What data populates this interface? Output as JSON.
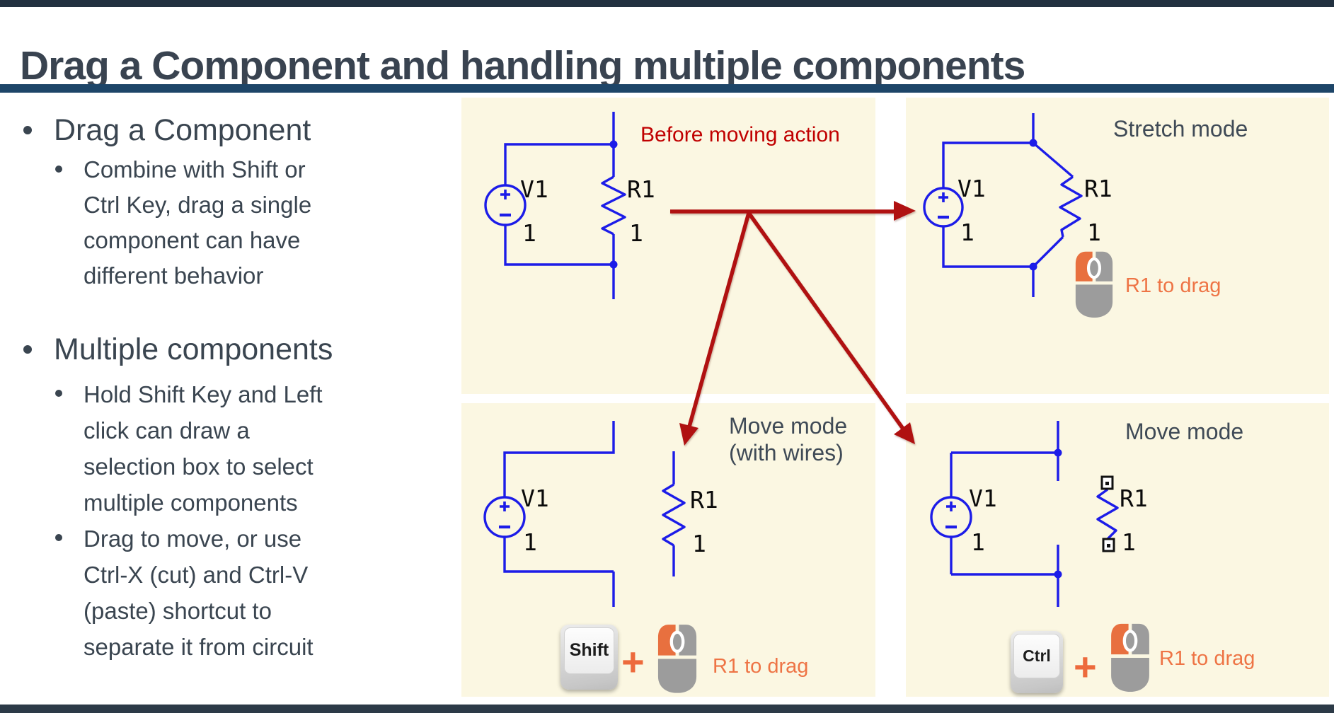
{
  "slide": {
    "title": "Drag a Component and handling multiple components"
  },
  "outline": {
    "item1": {
      "label": "Drag a Component",
      "sub1": {
        "line1": "Combine with Shift or",
        "line2": "Ctrl Key, drag a single",
        "line3": "component can have",
        "line4": "different behavior"
      }
    },
    "item2": {
      "label": "Multiple components",
      "sub1": {
        "line1": "Hold Shift Key and Left",
        "line2": "click can draw a",
        "line3": "selection box to select",
        "line4": "multiple components"
      },
      "sub2": {
        "line1": "Drag to move, or use",
        "line2": "Ctrl-X (cut) and Ctrl-V",
        "line3": "(paste) shortcut to",
        "line4": "separate it from circuit"
      }
    }
  },
  "panels": {
    "before": {
      "caption": "Before moving action",
      "source_ref": "V1",
      "source_value": "1",
      "resistor_ref": "R1",
      "resistor_value": "1"
    },
    "stretch": {
      "caption": "Stretch mode",
      "source_ref": "V1",
      "source_value": "1",
      "resistor_ref": "R1",
      "resistor_value": "1",
      "hint": "R1 to drag"
    },
    "move_wires": {
      "caption_line1": "Move mode",
      "caption_line2": "(with wires)",
      "key": "Shift",
      "plus": "+",
      "source_ref": "V1",
      "source_value": "1",
      "resistor_ref": "R1",
      "resistor_value": "1",
      "hint": "R1 to drag"
    },
    "move": {
      "caption": "Move mode",
      "key": "Ctrl",
      "plus": "+",
      "source_ref": "V1",
      "source_value": "1",
      "resistor_ref": "R1",
      "resistor_value": "1",
      "hint": "R1 to drag"
    }
  },
  "colors": {
    "top_bar": "#223140",
    "title_underline": "#1d4568",
    "bottom_bar": "#2c3a47",
    "panel_background": "#fbf7e2",
    "circuit_blue": "#1c1ce8",
    "arrow_red": "#b01111",
    "caption_red": "#c00000",
    "caption_gray": "#3f4a56",
    "highlight_orange": "#ed6a3c",
    "body_text": "#3a4550"
  }
}
